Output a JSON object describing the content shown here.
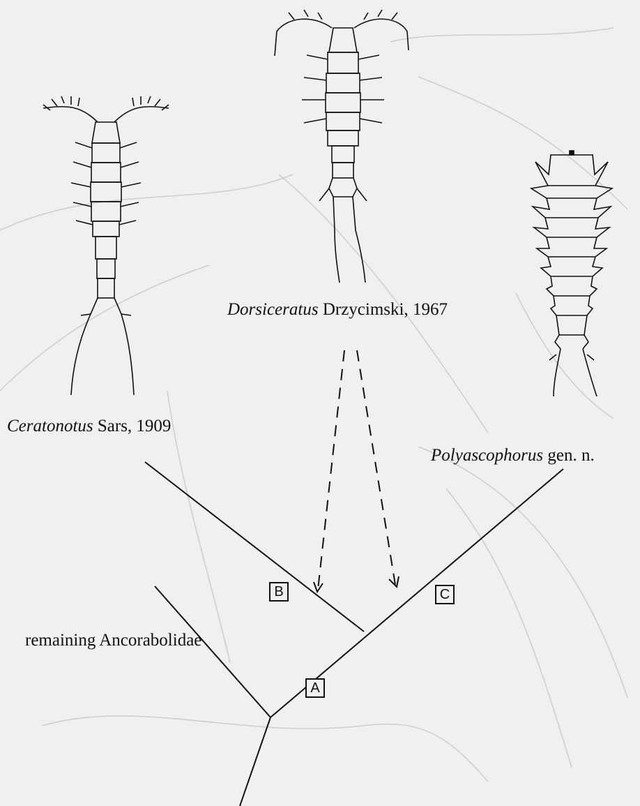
{
  "taxa": {
    "ceratonotus": {
      "name": "Ceratonotus",
      "authority": "Sars, 1909"
    },
    "dorsiceratus": {
      "name": "Dorsiceratus",
      "authority": "Drzycimski, 1967"
    },
    "polyascophorus": {
      "name": "Polyascophorus",
      "authority": "gen. n."
    },
    "remaining": {
      "label": "remaining Ancorabolidae"
    }
  },
  "nodes": {
    "a": "A",
    "b": "B",
    "c": "C"
  },
  "colors": {
    "background": "#f0f0ef",
    "ink": "#111111",
    "faint": "#cfcfcc"
  }
}
